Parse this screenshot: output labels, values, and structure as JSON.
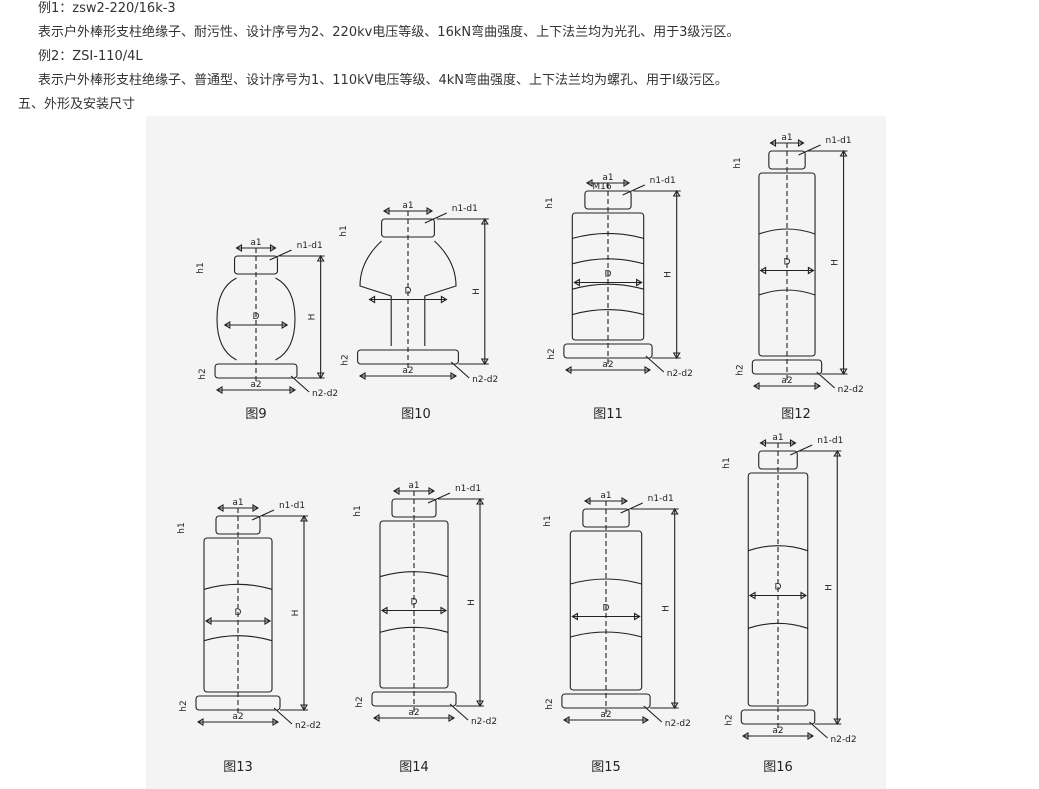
{
  "doc": {
    "lines": [
      "例1：zsw2-220/16k-3",
      "表示户外棒形支柱绝缘子、耐污性、设计序号为2、220kv电压等级、16kN弯曲强度、上下法兰均为光孔、用于3级污区。",
      "例2：ZSI-110/4L",
      "表示户外棒形支柱绝缘子、普通型、设计序号为1、110kV电压等级、4kN弯曲强度、上下法兰均为螺孔、用于I级污区。",
      "五、外形及安装尺寸"
    ]
  },
  "figure": {
    "labels": {
      "a1": "a1",
      "a2": "a2",
      "h1": "h1",
      "h2": "h2",
      "H": "H",
      "D": "D",
      "n1d1": "n1-d1",
      "n2d2": "n2-d2",
      "m16": "M16"
    },
    "captions": [
      "图9",
      "图10",
      "图11",
      "图12",
      "图13",
      "图14",
      "图15",
      "图16"
    ]
  }
}
